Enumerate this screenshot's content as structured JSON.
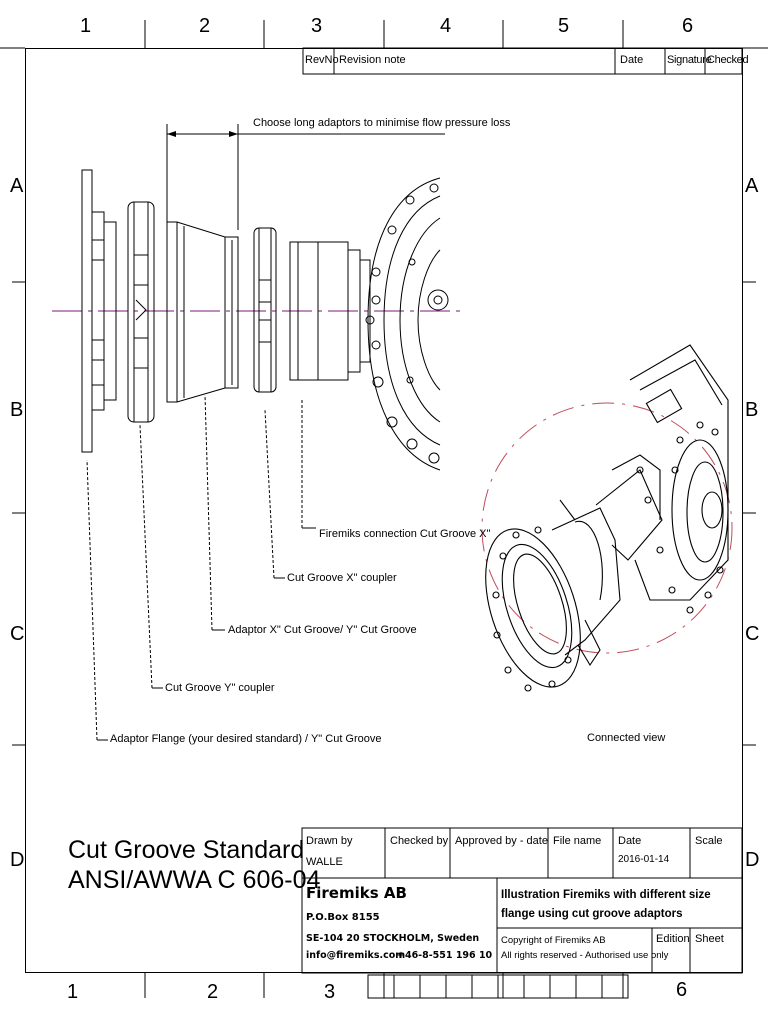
{
  "zones": {
    "top": [
      "1",
      "2",
      "3",
      "4",
      "5",
      "6"
    ],
    "bottom": [
      "1",
      "2",
      "3",
      "6"
    ],
    "left": [
      "A",
      "B",
      "C",
      "D"
    ],
    "right": [
      "A",
      "B",
      "C",
      "D"
    ]
  },
  "revision_table": {
    "rev_no": "RevNo",
    "note": "Revision note",
    "date": "Date",
    "signature": "Signature",
    "checked": "Checked"
  },
  "dimension_note": "Choose long adaptors to minimise flow pressure loss",
  "callouts": {
    "connection": "Firemiks connection Cut Groove X\"",
    "x_coupler": "Cut Groove X\" coupler",
    "adaptor": "Adaptor X\" Cut Groove/ Y\" Cut Groove",
    "y_coupler": "Cut Groove Y\" coupler",
    "flange": "Adaptor Flange (your desired standard) / Y\" Cut Groove"
  },
  "connected_view": "Connected view",
  "drawing_title": {
    "line1": "Cut Groove Standard",
    "line2": "ANSI/AWWA C 606-04"
  },
  "title_block": {
    "drawn_by_label": "Drawn by",
    "drawn_by": "WALLE",
    "checked_by_label": "Checked by",
    "approved_label": "Approved by - date",
    "file_name_label": "File name",
    "date_label": "Date",
    "date": "2016-01-14",
    "scale_label": "Scale",
    "company": "Firemiks AB",
    "po_box": "P.O.Box 8155",
    "address": "SE-104 20 STOCKHOLM, Sweden",
    "email": "info@firemiks.com",
    "phone": "+46-8-551 196 10",
    "description_line1": "Illustration Firemiks with different size",
    "description_line2": "flange using cut groove adaptors",
    "copyright": "Copyright of Firemiks AB",
    "rights": "All rights reserved - Authorised use only",
    "edition_label": "Edition",
    "sheet_label": "Sheet"
  }
}
